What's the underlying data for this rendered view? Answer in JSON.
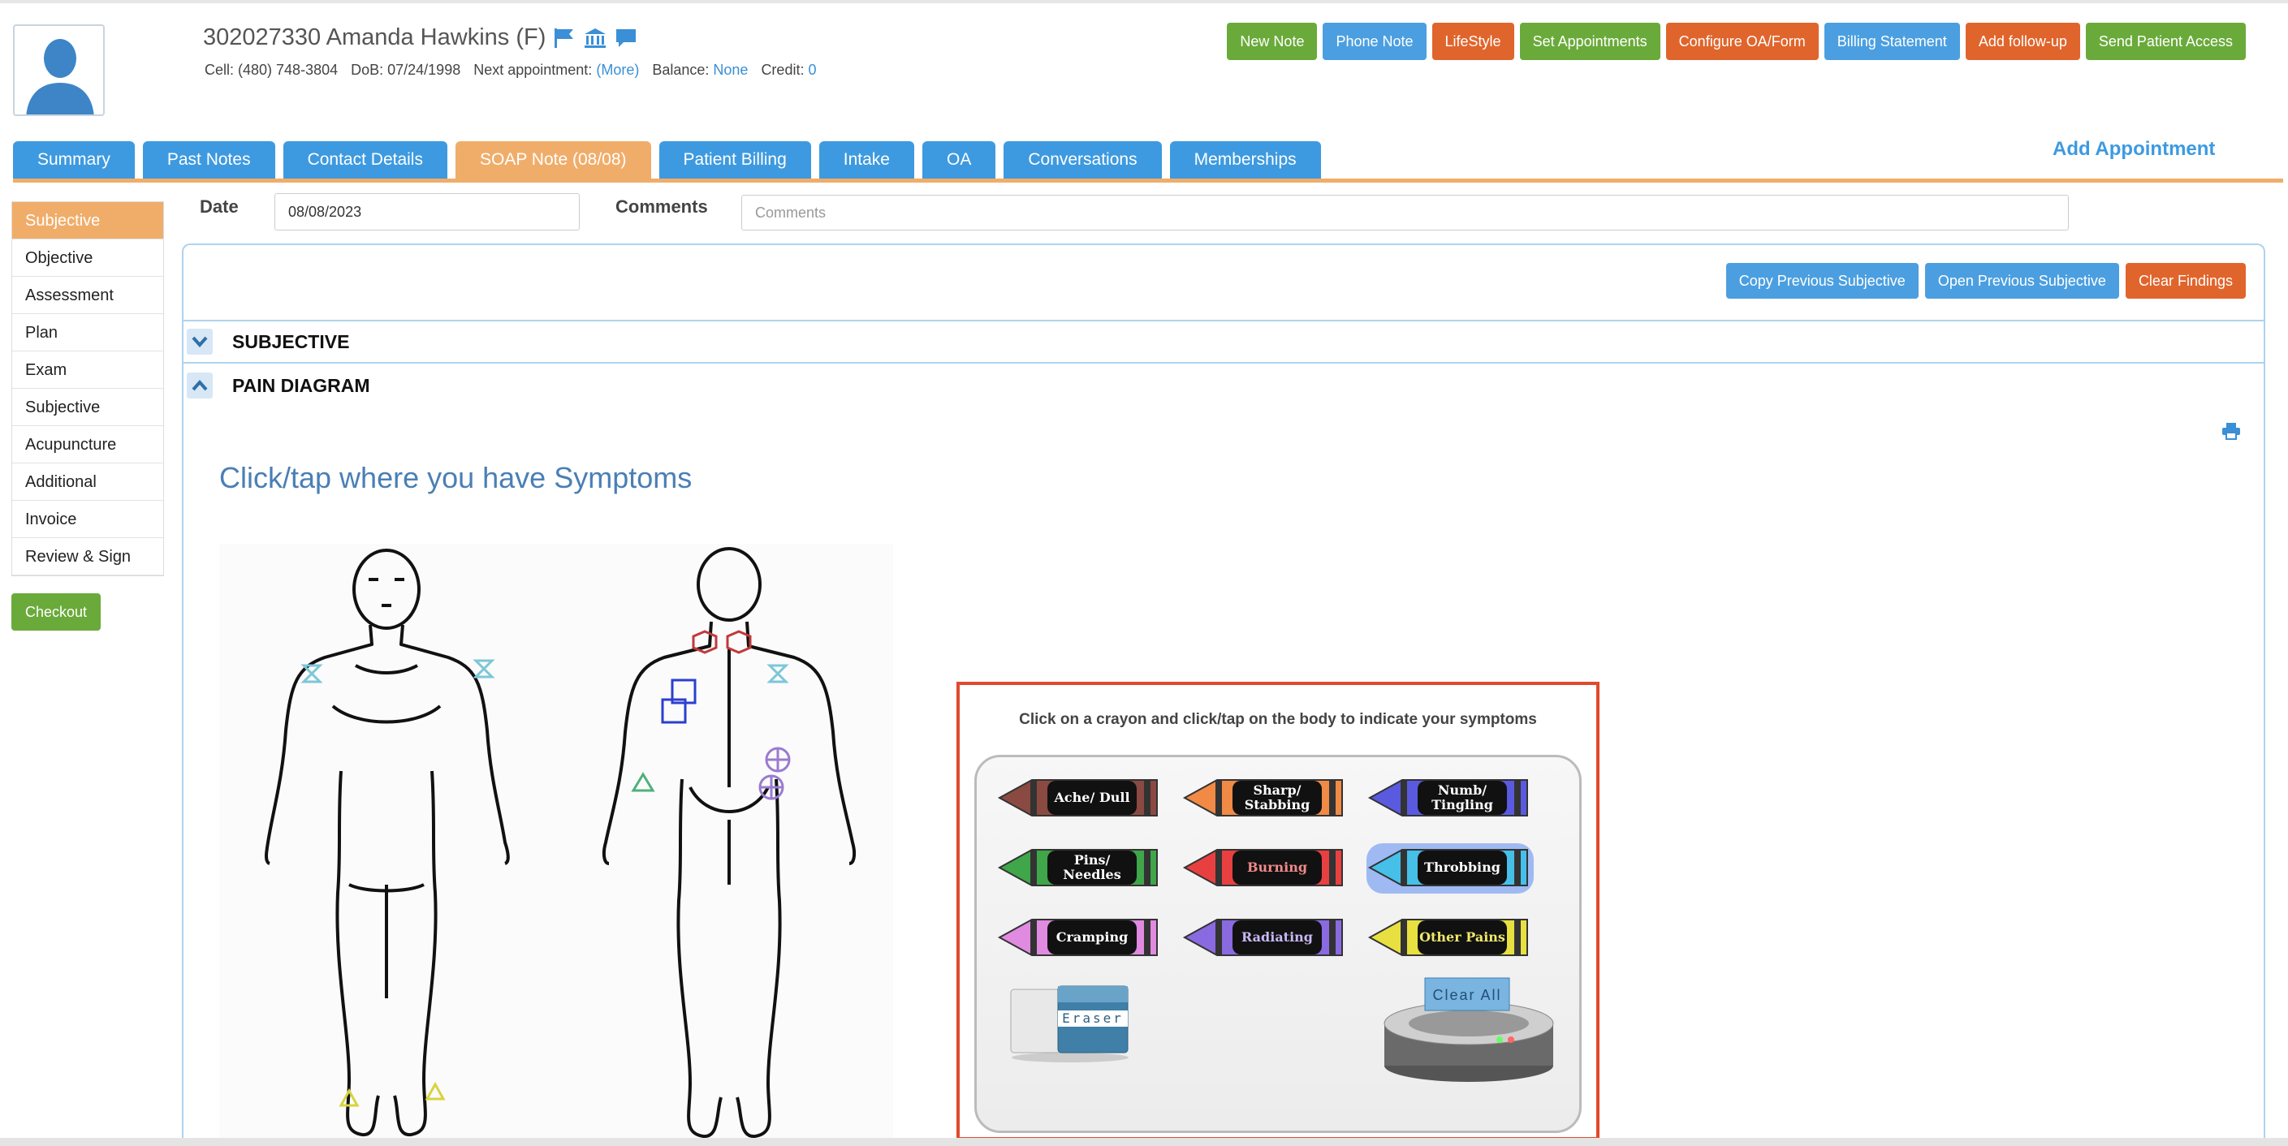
{
  "patient": {
    "name": "302027330 Amanda Hawkins (F)",
    "cell": "Cell: (480) 748-3804",
    "dob": "DoB: 07/24/1998",
    "next_label": "Next appointment:",
    "next_link": "(More)",
    "balance_label": "Balance:",
    "balance_value": "None",
    "credit_label": "Credit:",
    "credit_value": "0"
  },
  "actions": [
    {
      "label": "New Note",
      "color": "#6aaa3a"
    },
    {
      "label": "Phone Note",
      "color": "#4b9fe0"
    },
    {
      "label": "LifeStyle",
      "color": "#e0652c"
    },
    {
      "label": "Set Appointments",
      "color": "#6aaa3a"
    },
    {
      "label": "Configure OA/Form",
      "color": "#e0652c"
    },
    {
      "label": "Billing Statement",
      "color": "#4b9fe0"
    },
    {
      "label": "Add follow-up",
      "color": "#e0652c"
    },
    {
      "label": "Send Patient Access",
      "color": "#6aaa3a"
    }
  ],
  "tabs": [
    "Summary",
    "Past Notes",
    "Contact Details",
    "SOAP Note (08/08)",
    "Patient Billing",
    "Intake",
    "OA",
    "Conversations",
    "Memberships"
  ],
  "add_appointment": "Add Appointment",
  "sidebar": [
    "Subjective",
    "Objective",
    "Assessment",
    "Plan",
    "Exam",
    "Subjective",
    "Acupuncture",
    "Additional",
    "Invoice",
    "Review & Sign"
  ],
  "checkout": "Checkout",
  "form": {
    "date_label": "Date",
    "date_value": "08/08/2023",
    "comments_label": "Comments",
    "comments_placeholder": "Comments"
  },
  "panel_buttons": [
    {
      "label": "Copy Previous Subjective",
      "color": "#4b9fe0"
    },
    {
      "label": "Open Previous Subjective",
      "color": "#4b9fe0"
    },
    {
      "label": "Clear Findings",
      "color": "#e0652c"
    }
  ],
  "sections": {
    "subjective": "SUBJECTIVE",
    "pain_diagram": "PAIN DIAGRAM"
  },
  "headline": "Click/tap where you have Symptoms",
  "crayon_instruction": "Click on a crayon and click/tap on the body to indicate your symptoms",
  "crayons": [
    {
      "label": "Ache/ Dull",
      "color": "#8a4a42"
    },
    {
      "label": "Sharp/ Stabbing",
      "color": "#f08a45"
    },
    {
      "label": "Numb/ Tingling",
      "color": "#5a5ae0"
    },
    {
      "label": "Pins/ Needles",
      "color": "#3fa64a"
    },
    {
      "label": "Burning",
      "color": "#e84040"
    },
    {
      "label": "Throbbing",
      "color": "#46c0e8"
    },
    {
      "label": "Cramping",
      "color": "#e08ae0"
    },
    {
      "label": "Radiating",
      "color": "#8a6ae0"
    },
    {
      "label": "Other Pains",
      "color": "#e8e040"
    }
  ],
  "eraser_label": "Eraser",
  "clear_all_label": "Clear All"
}
